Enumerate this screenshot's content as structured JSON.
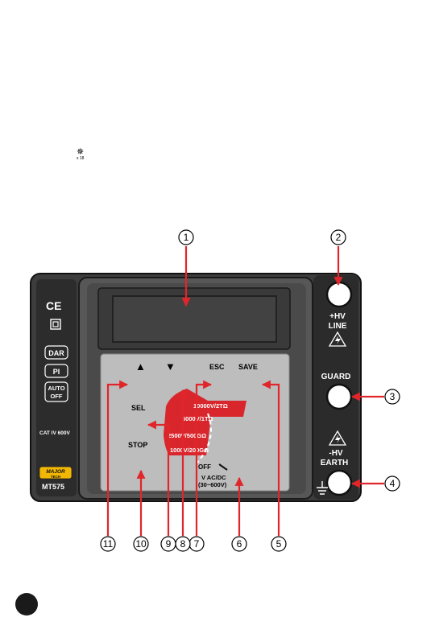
{
  "small_mark": "✵",
  "small_mark_sub": "x 18",
  "left_panel": {
    "ce": "CE",
    "dar": "DAR",
    "pi": "PI",
    "auto_line1": "AUTO",
    "auto_line2": "OFF",
    "cat": "CAT IV 600V",
    "logo_line1": "MAJOR",
    "logo_line2": "TECH",
    "model": "MT575"
  },
  "keypad": {
    "up": "▲",
    "down": "▼",
    "esc": "ESC",
    "save": "SAVE",
    "sel": "SEL",
    "stop": "STOP"
  },
  "dial": {
    "r1": "10000V/2TΩ",
    "r2": "5000V/1TΩ",
    "r3": "2500V/500GΩ",
    "r4": "1000V/200GΩ",
    "off": "OFF",
    "vac_line1": "V AC/DC",
    "vac_line2": "(30~600V)"
  },
  "terminals": {
    "hv_line_1": "+HV",
    "hv_line_2": "LINE",
    "guard": "GUARD",
    "hv_earth_1": "-HV",
    "hv_earth_2": "EARTH"
  },
  "callouts": [
    "1",
    "2",
    "3",
    "4",
    "5",
    "6",
    "7",
    "8",
    "9",
    "10",
    "11"
  ],
  "colors": {
    "arrow": "#e0262b",
    "dial": "#d9262c",
    "body": "#3d3d3d",
    "panel": "#bdbdbd"
  }
}
